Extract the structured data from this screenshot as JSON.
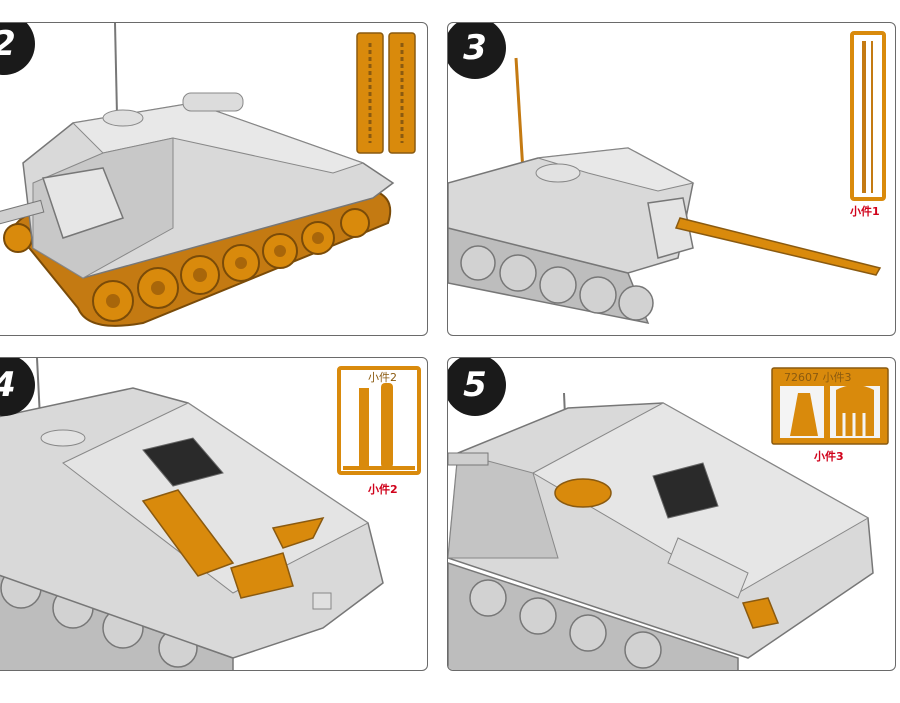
{
  "steps": [
    {
      "number": "2"
    },
    {
      "number": "3",
      "sprue_label": "小件1"
    },
    {
      "number": "4",
      "sprue_label": "小件2",
      "sprue_stamp": "小件2"
    },
    {
      "number": "5",
      "sprue_label": "小件3",
      "sprue_stamp": "72607 小件3"
    }
  ],
  "colors": {
    "hull": "#d9d9d9",
    "hull_shade": "#b9b9b9",
    "part_highlight": "#d98a0c",
    "part_shade": "#a8660a",
    "label_red": "#d0021b",
    "badge": "#1a1a1a",
    "border": "#6a6a6a"
  },
  "icons": [
    "step-badge",
    "sprue-frame",
    "tank-model"
  ]
}
